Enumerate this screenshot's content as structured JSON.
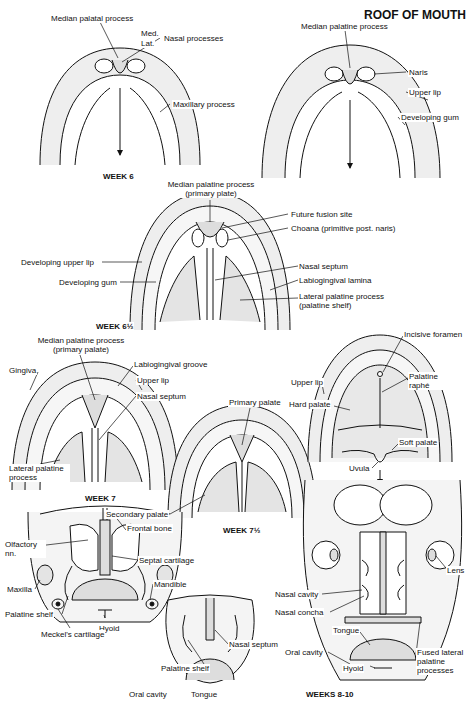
{
  "diagram": {
    "title": "ROOF OF MOUTH",
    "labels": [
      "Median palatal process",
      "Med.",
      "Lat.",
      "Nasal processes",
      "Maxillary process",
      "WEEK 6",
      "Median palatine process",
      "Naris",
      "Upper lip",
      "Developing gum",
      "Median palatine process (primary plate)",
      "Future fusion site",
      "Choana (primitive post. naris)",
      "Developing upper lip",
      "Developing gum",
      "Nasal septum",
      "Labiogingival lamina",
      "Lateral palatine process (palatine shelf)",
      "WEEK 6½",
      "Median palatine process (primary palate)",
      "Gingiva",
      "Labiogingival groove",
      "Upper lip",
      "Nasal septum",
      "Lateral palatine process",
      "WEEK 7",
      "Primary palate",
      "Secondary palate",
      "WEEK 7½",
      "Incisive foramen",
      "Palatine raphé",
      "Upper lip",
      "Hard palate",
      "Soft palate",
      "Uvula",
      "Olfactory nn.",
      "Frontal bone",
      "Septal cartilage",
      "Maxilla",
      "Mandible",
      "Palatine shelf",
      "Hyoid",
      "Meckel's cartilage",
      "Palatine shelf",
      "Nasal septum",
      "Oral cavity",
      "Tongue",
      "Lens",
      "Nasal cavity",
      "Nasal concha",
      "Tongue",
      "Oral cavity",
      "Hyoid",
      "Fused lateral palatine processes",
      "WEEKS 8-10"
    ]
  }
}
